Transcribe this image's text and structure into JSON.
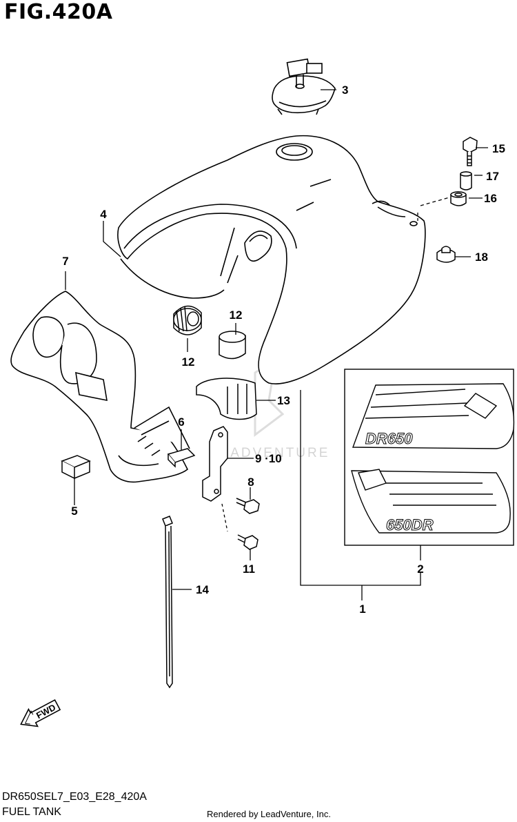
{
  "figure": {
    "title": "FIG.420A"
  },
  "footer": {
    "code": "DR650SEL7_E03_E28_420A",
    "name": "FUEL TANK",
    "credit": "Rendered by LeadVenture, Inc."
  },
  "watermark": "LEADVENTURE",
  "direction_badge": "FWD",
  "callouts": {
    "c1": "1",
    "c2": "2",
    "c3": "3",
    "c4": "4",
    "c5": "5",
    "c6": "6",
    "c7": "7",
    "c8": "8",
    "c9_10": "9 ·10",
    "c11": "11",
    "c12a": "12",
    "c12b": "12",
    "c13": "13",
    "c14": "14",
    "c15": "15",
    "c16": "16",
    "c17": "17",
    "c18": "18"
  },
  "decal_text": {
    "upper": "DR650",
    "lower": "650DR"
  }
}
